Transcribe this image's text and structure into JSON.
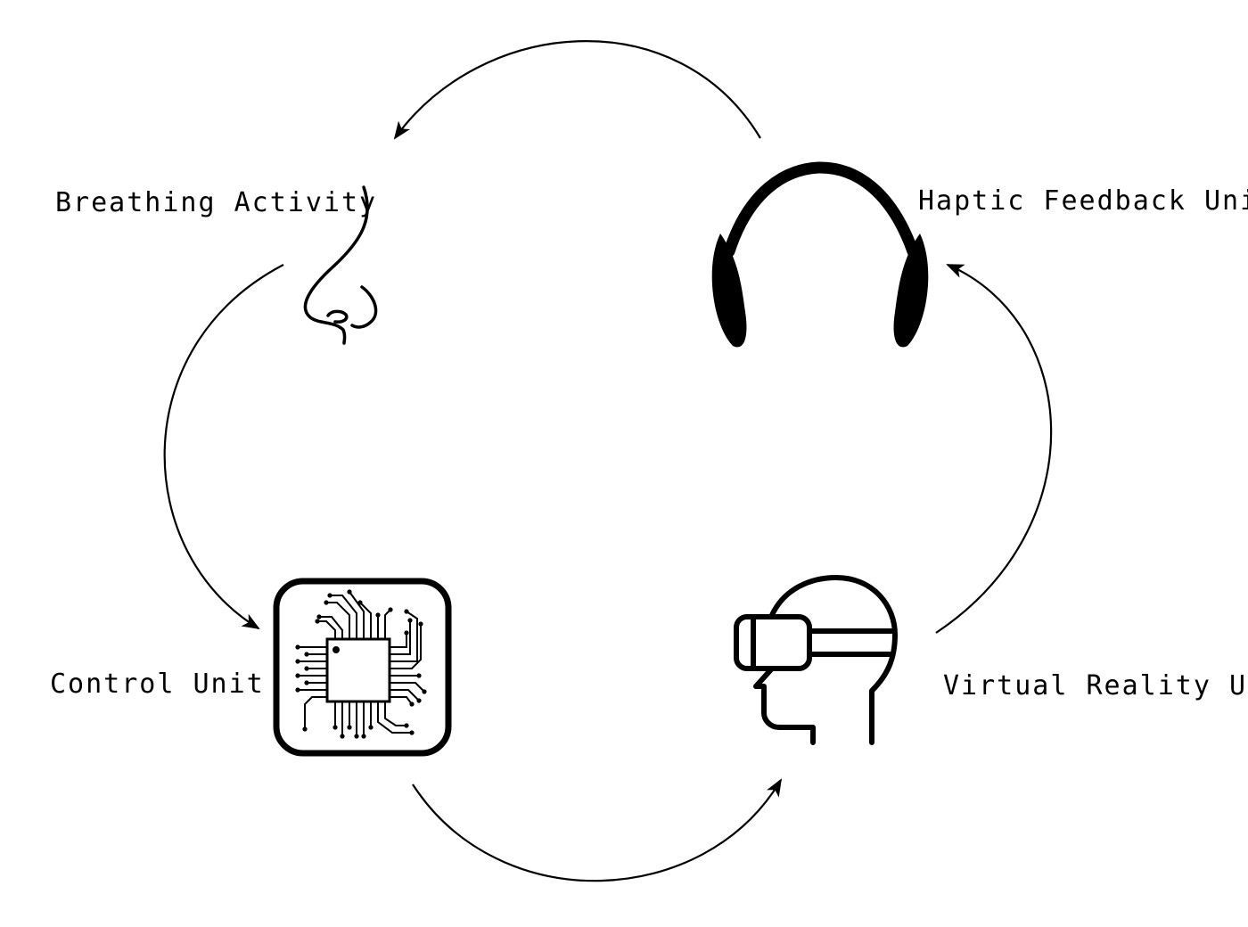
{
  "labels": {
    "breathing": "Breathing Activity",
    "haptic": "Haptic Feedback Unit",
    "control": "Control Unit",
    "vr": "Virtual Reality Unit"
  },
  "icons": {
    "breathing": "nose-icon",
    "haptic": "headphones-icon",
    "control": "microchip-icon",
    "vr": "vr-headset-icon"
  },
  "colors": {
    "stroke": "#000000",
    "background": "#ffffff"
  }
}
